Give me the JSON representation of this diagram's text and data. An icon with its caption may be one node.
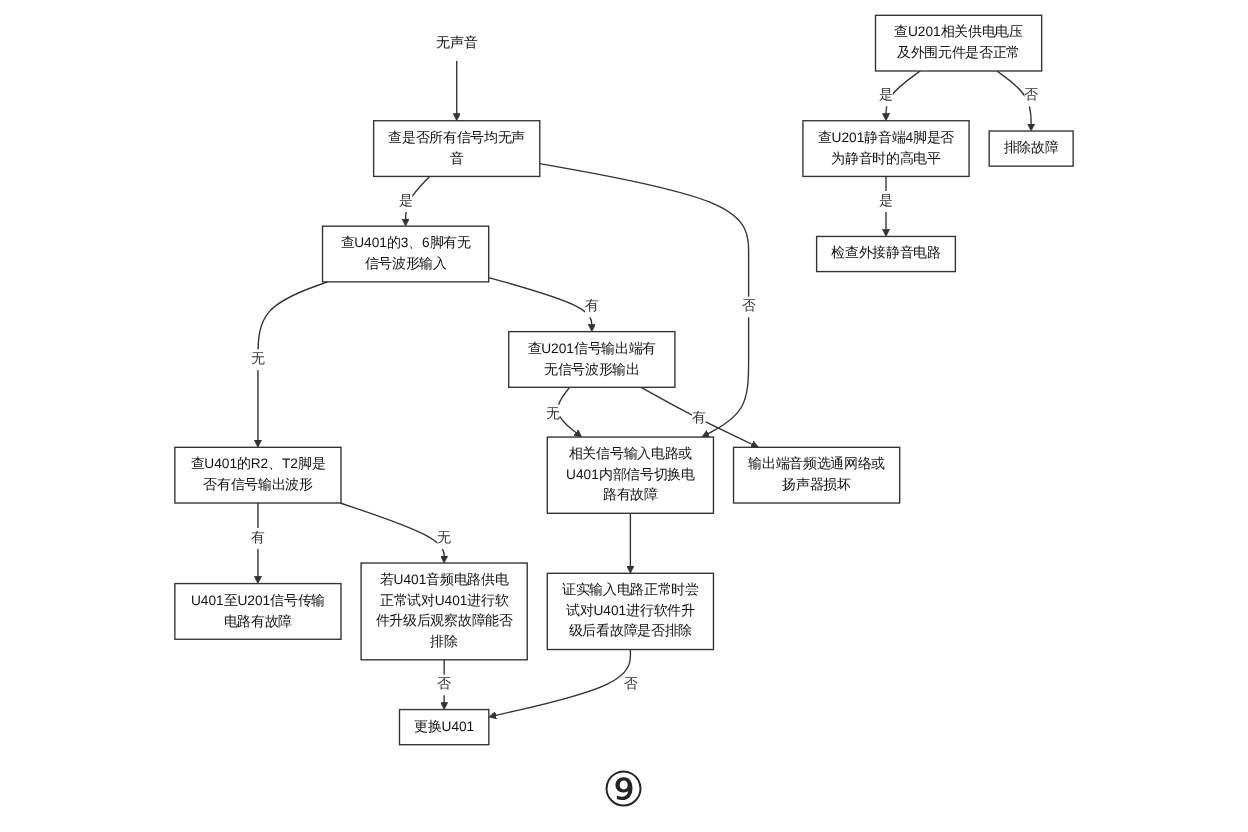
{
  "diagram": {
    "nodes": [
      {
        "text": [
          "U401至U201信号传输电路有故障"
        ]
      },
      {
        "text": [
          "查U401的3、6脚有无信号波形输入"
        ]
      },
      {
        "text": [
          "查是否所有信号均无声音"
        ]
      },
      {
        "text": [
          "无声音"
        ]
      },
      {
        "text": [
          "查U401的R2、T2脚是否有信号输出波形"
        ]
      },
      {
        "text": [
          "查U201信号输出端有无信号波形输出"
        ]
      },
      {
        "text": [
          "相关信号输入电路或U401内部信号切换电路有故障"
        ]
      },
      {
        "text": [
          "若U401音频电路供电正常试对U401进行软件升级后观察故障能否排除"
        ]
      },
      {
        "text": [
          "输出端音频选通网络或扬声器损坏"
        ]
      },
      {
        "text": [
          "查U201相关供电电压及外围元件是否正常"
        ]
      },
      {
        "text": [
          "查U201静音端4脚是否为静音时的高电平"
        ]
      },
      {
        "text": [
          "排除故障"
        ]
      },
      {
        "text": [
          "检查外接静音电路"
        ]
      },
      {
        "text": [
          "更换U401"
        ]
      },
      {
        "text": [
          "证实输入电路正常时尝试对U401进行软件升级后看故障是否排除"
        ]
      }
    ],
    "edges": [
      {
        "from": 3,
        "to": 2,
        "arrow": "to"
      },
      {
        "from": 2,
        "to": 1,
        "label": "是",
        "arrow": "to"
      },
      {
        "from": 2,
        "to": 6,
        "label": "否",
        "arrow": "to"
      },
      {
        "from": 1,
        "to": 4,
        "label": "无",
        "arrow": "to"
      },
      {
        "from": 1,
        "to": 5,
        "label": "有",
        "arrow": "to"
      },
      {
        "from": 4,
        "to": 0,
        "label": "有",
        "arrow": "to"
      },
      {
        "from": 4,
        "to": 7,
        "label": "无",
        "arrow": "to"
      },
      {
        "from": 5,
        "to": 6,
        "label": "无",
        "arrow": "to"
      },
      {
        "from": 5,
        "to": 8,
        "label": "有",
        "arrow": "to"
      },
      {
        "from": 9,
        "to": 10,
        "label": "是",
        "arrow": "to"
      },
      {
        "from": 9,
        "to": 11,
        "label": "否",
        "arrow": "to"
      },
      {
        "from": 10,
        "to": 12,
        "label": "是",
        "arrow": "to"
      },
      {
        "from": 7,
        "to": 13,
        "label": "否",
        "arrow": "to"
      },
      {
        "from": 6,
        "to": 14,
        "arrow": "to"
      },
      {
        "from": 14,
        "to": 13,
        "label": "否",
        "arrow": "to"
      }
    ],
    "labels": [
      "⑨"
    ]
  }
}
